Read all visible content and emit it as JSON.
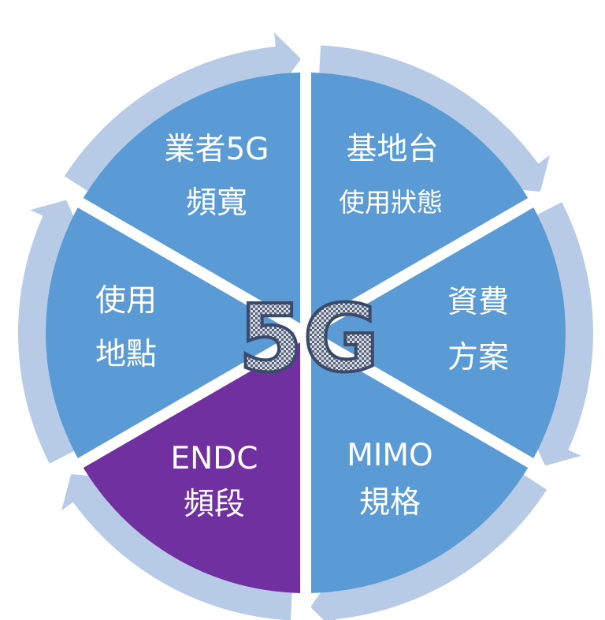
{
  "center": {
    "label": "5G"
  },
  "colors": {
    "ring": "#b7cbe6",
    "segment": "#5b9bd5",
    "highlight": "#7030a0",
    "divider": "#ffffff",
    "center_text": "#3a4a6a"
  },
  "segments": [
    {
      "id": "bandwidth",
      "lines": [
        "業者5G",
        "頻寬"
      ],
      "highlight": false
    },
    {
      "id": "base-station",
      "lines": [
        "基地台",
        "使用狀態"
      ],
      "highlight": false
    },
    {
      "id": "plan",
      "lines": [
        "資費",
        "方案"
      ],
      "highlight": false
    },
    {
      "id": "mimo",
      "lines": [
        "MIMO",
        "規格"
      ],
      "highlight": true
    },
    {
      "id": "endc",
      "lines": [
        "ENDC",
        "頻段"
      ],
      "highlight": false
    },
    {
      "id": "location",
      "lines": [
        "使用",
        "地點"
      ],
      "highlight": false
    }
  ]
}
